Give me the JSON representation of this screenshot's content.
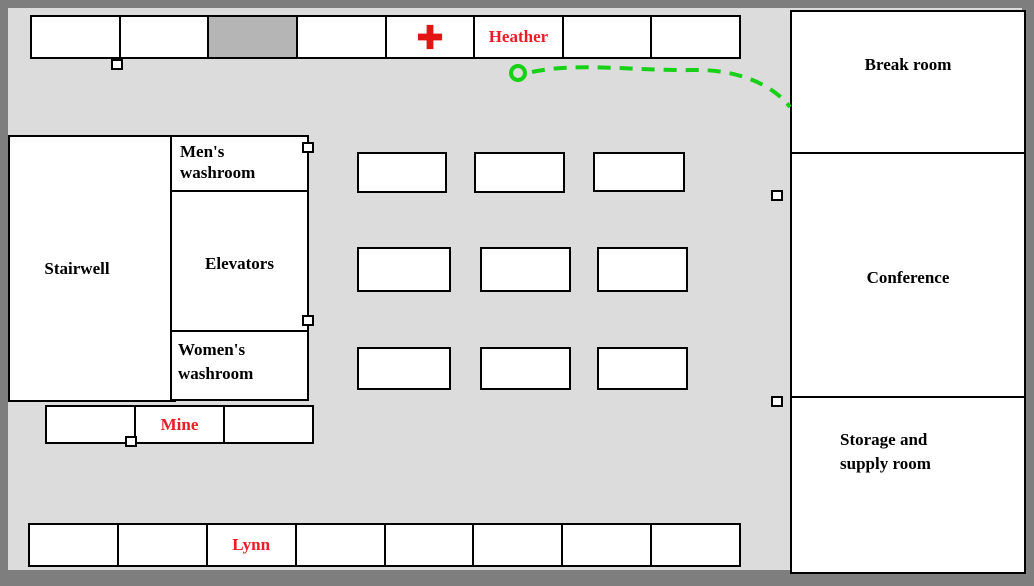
{
  "rooms": {
    "break_room": {
      "label": "Break room"
    },
    "conference": {
      "label": "Conference"
    },
    "storage": {
      "label": "Storage and supply room"
    },
    "stairwell": {
      "label": "Stairwell"
    },
    "mens_washroom": {
      "label": "Men's washroom"
    },
    "elevators": {
      "label": "Elevators"
    },
    "womens_washroom": {
      "label": "Women's washroom"
    }
  },
  "desk_labels": {
    "heather": "Heather",
    "mine": "Mine",
    "lynn": "Lynn"
  },
  "icons": {
    "first_aid_cross": "first-aid-cross-icon",
    "route_start": "route-start-circle-icon",
    "route_path": "dashed-route-path",
    "door_marker": "door-marker-square"
  },
  "colors": {
    "floor": "#dcdcdc",
    "frame": "#7e7e7e",
    "wall": "#000000",
    "room_fill": "#ffffff",
    "occupied_cell_fill": "#b5b5b5",
    "name_text": "#ed1c24",
    "route_green": "#17d117",
    "cross_red": "#e21414"
  }
}
